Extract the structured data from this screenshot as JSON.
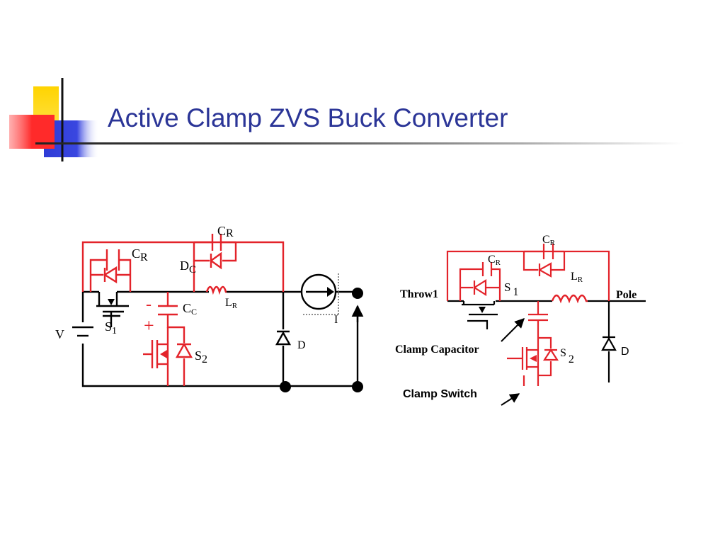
{
  "slide": {
    "title": "Active Clamp ZVS Buck Converter"
  },
  "colors": {
    "title": "#2b3597",
    "circuit_red": "#e3232a",
    "circuit_black": "#000000",
    "logo_yellow": "#ffd400",
    "logo_blue": "#2e3bd6",
    "logo_red": "#ff3b3b"
  },
  "left_circuit": {
    "cr_top": {
      "main": "C",
      "sub": "R"
    },
    "cr_left": {
      "main": "C",
      "sub": "R"
    },
    "dc": {
      "main": "D",
      "sub": "C"
    },
    "lr": {
      "main": "L",
      "sub": "R"
    },
    "cc": {
      "main": "C",
      "sub": "C"
    },
    "cc_minus": "-",
    "cc_plus": "+",
    "s1": {
      "main": "S",
      "sub": "1"
    },
    "s2": {
      "main": "S",
      "sub": "2"
    },
    "v": "V",
    "d": "D",
    "i": "I"
  },
  "right_circuit": {
    "cr_top": {
      "main": "C",
      "sub": "R"
    },
    "cr_inner": {
      "main": "C",
      "sub": "R"
    },
    "lr": {
      "main": "L",
      "sub": "R"
    },
    "s1": {
      "main": "S",
      "sub": "1"
    },
    "s2": {
      "main": "S",
      "sub": "2"
    },
    "throw": "Throw1",
    "pole": "Pole",
    "d": "D",
    "clamp_capacitor": "Clamp Capacitor",
    "clamp_switch": "Clamp Switch"
  }
}
